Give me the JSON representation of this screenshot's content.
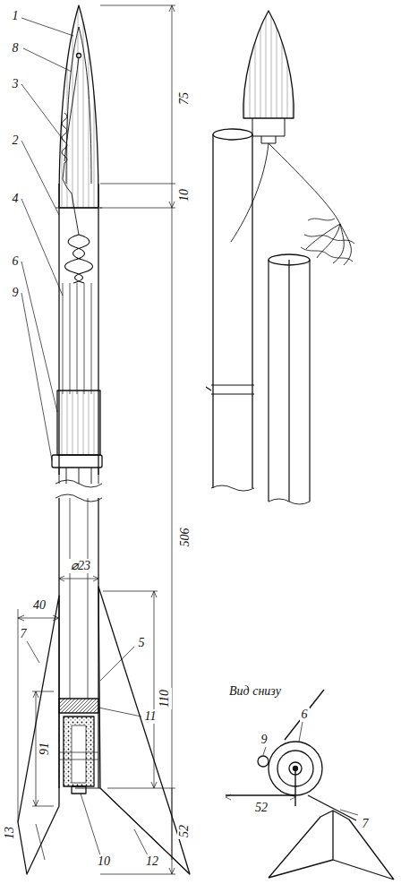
{
  "diagram": {
    "labels": [
      "1",
      "8",
      "3",
      "2",
      "4",
      "6",
      "9",
      "75",
      "10",
      "506",
      "Вид снизу",
      "6",
      "9",
      "7",
      "52",
      "40",
      "⌀23",
      "110",
      "7",
      "5",
      "11",
      "13",
      "91",
      "10",
      "12",
      "52"
    ]
  }
}
